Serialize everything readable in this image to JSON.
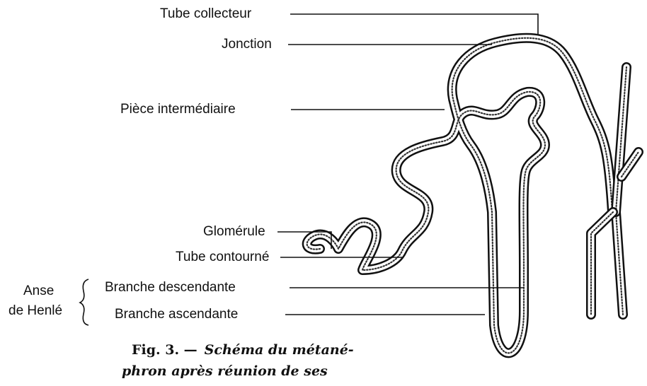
{
  "labels": {
    "tube_collecteur": "Tube collecteur",
    "jonction": "Jonction",
    "piece_intermediaire": "Pièce intermédiaire",
    "glomerule": "Glomérule",
    "tube_contourne": "Tube contourné",
    "branche_descendante": "Branche descendante",
    "branche_ascendante": "Branche ascendante"
  },
  "group": {
    "line1": "Anse",
    "line2": "de Henlé"
  },
  "caption": {
    "number": "Fig. 3. —",
    "line1_italic": "Schéma du métané-",
    "line2": "phron après réunion de ses"
  }
}
